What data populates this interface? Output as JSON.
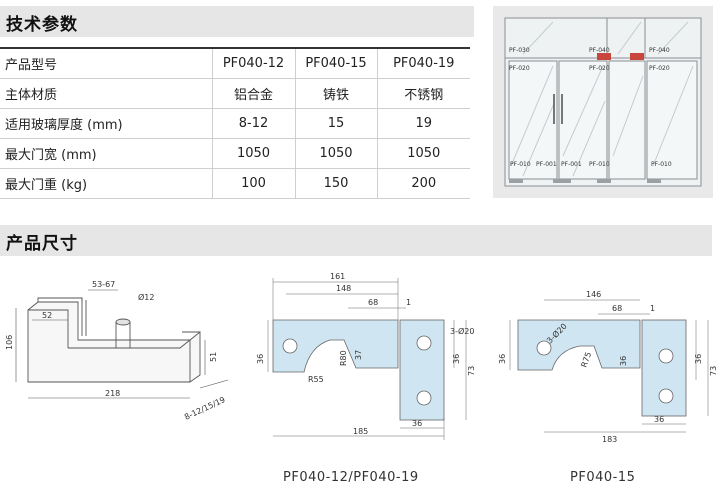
{
  "spec": {
    "title": "技术参数",
    "rows": [
      [
        "产品型号",
        "PF040-12",
        "PF040-15",
        "PF040-19"
      ],
      [
        "主体材质",
        "铝合金",
        "铸铁",
        "不锈钢"
      ],
      [
        "适用玻璃厚度 (mm)",
        "8-12",
        "15",
        "19"
      ],
      [
        "最大门宽 (mm)",
        "1050",
        "1050",
        "1050"
      ],
      [
        "最大门重 (kg)",
        "100",
        "150",
        "200"
      ]
    ]
  },
  "door": {
    "labels": {
      "tl1": "PF-030",
      "tl2": "PF-020",
      "tm1": "PF-040",
      "tm2": "PF-020",
      "tr1": "PF-040",
      "tr2": "PF-020",
      "b1": "PF-010",
      "b2": "PF-001",
      "b3": "PF-001",
      "b4": "PF-010",
      "b5": "PF-010"
    },
    "accent_color": "#c8463c"
  },
  "dims": {
    "title": "产品尺寸",
    "iso": {
      "d5367": "53-67",
      "dia": "Ø12",
      "d52": "52",
      "d106": "106",
      "d51": "51",
      "d218": "218",
      "thick": "8-12/15/19"
    },
    "d1": {
      "d161": "161",
      "d148": "148",
      "d68": "68",
      "d1": "1",
      "holes": "3-Ø20",
      "r80": "R80",
      "d37": "37",
      "d36a": "36",
      "r55": "R55",
      "d36b": "36",
      "d73": "73",
      "d185": "185",
      "d36c": "36",
      "caption": "PF040-12/PF040-19"
    },
    "d2": {
      "d146": "146",
      "d68": "68",
      "d1": "1",
      "holes": "3-Ø20",
      "r75": "R75",
      "d36a": "36",
      "d36b": "36",
      "d73": "73",
      "d36c": "36",
      "d183": "183",
      "d36d": "36",
      "caption": "PF040-15"
    }
  }
}
